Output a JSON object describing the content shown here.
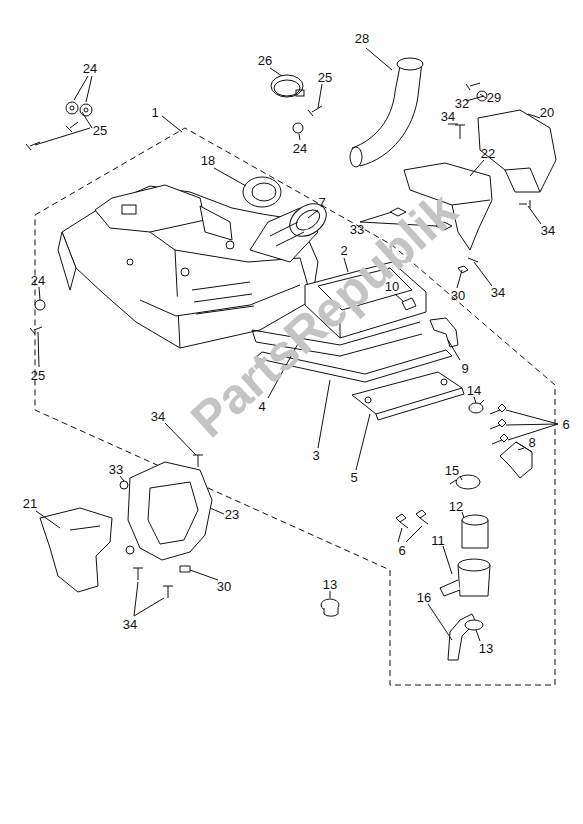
{
  "diagram": {
    "labels": [
      "24",
      "25",
      "1",
      "26",
      "25",
      "24",
      "28",
      "29",
      "32",
      "20",
      "34",
      "22",
      "18",
      "7",
      "33",
      "34",
      "2",
      "30",
      "34",
      "24",
      "25",
      "10",
      "9",
      "14",
      "6",
      "8",
      "4",
      "3",
      "5",
      "6",
      "15",
      "12",
      "11",
      "16",
      "13",
      "13",
      "34",
      "33",
      "23",
      "21",
      "30",
      "34",
      "PartsRepublik"
    ]
  }
}
